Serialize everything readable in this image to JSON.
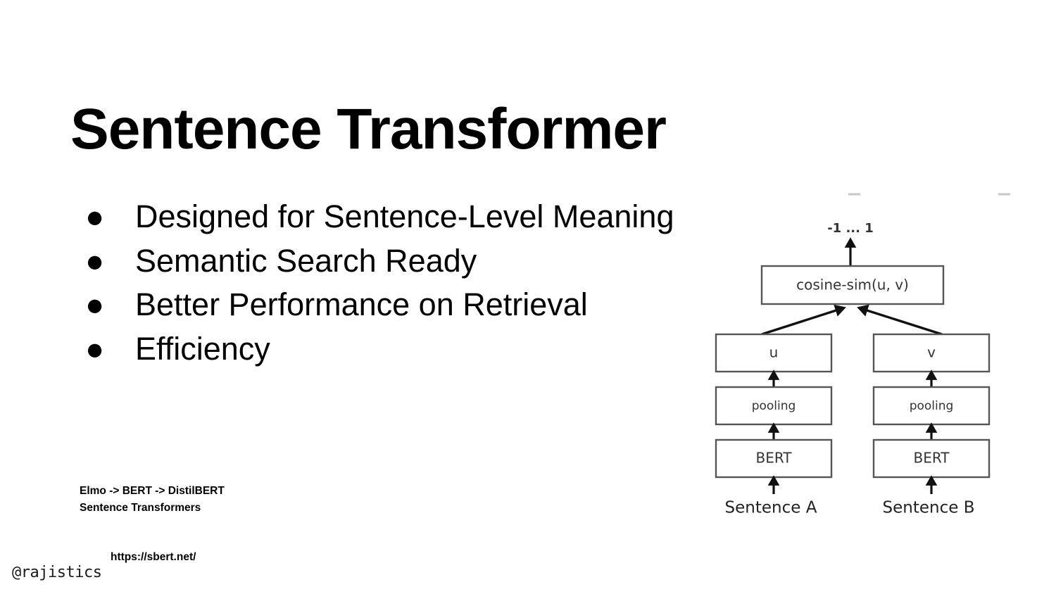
{
  "slide": {
    "title": "Sentence Transformer",
    "background_color": "#ffffff",
    "text_color": "#000000"
  },
  "bullets": [
    {
      "text": "Designed for Sentence-Level Meaning",
      "marker": "●"
    },
    {
      "text": "Semantic Search Ready",
      "marker": "●"
    },
    {
      "text": "Better Performance on Retrieval",
      "marker": "●"
    },
    {
      "text": "Efficiency",
      "marker": "●"
    }
  ],
  "footnote": {
    "line1": "Elmo -> BERT -> DistilBERT",
    "line2": "Sentence Transformers"
  },
  "source": {
    "url": "https://sbert.net/"
  },
  "branding": {
    "handle": "@rajistics"
  },
  "diagram": {
    "name": "sbert-siamese-architecture",
    "output_range_label": "-1 ... 1",
    "similarity_box_label": "cosine-sim(u, v)",
    "left_branch": {
      "embedding_label": "u",
      "pooling_label": "pooling",
      "encoder_label": "BERT",
      "input_label": "Sentence A"
    },
    "right_branch": {
      "embedding_label": "v",
      "pooling_label": "pooling",
      "encoder_label": "BERT",
      "input_label": "Sentence B"
    },
    "box_stroke_color": "#555555",
    "arrow_color": "#111111",
    "label_color": "#333333"
  }
}
